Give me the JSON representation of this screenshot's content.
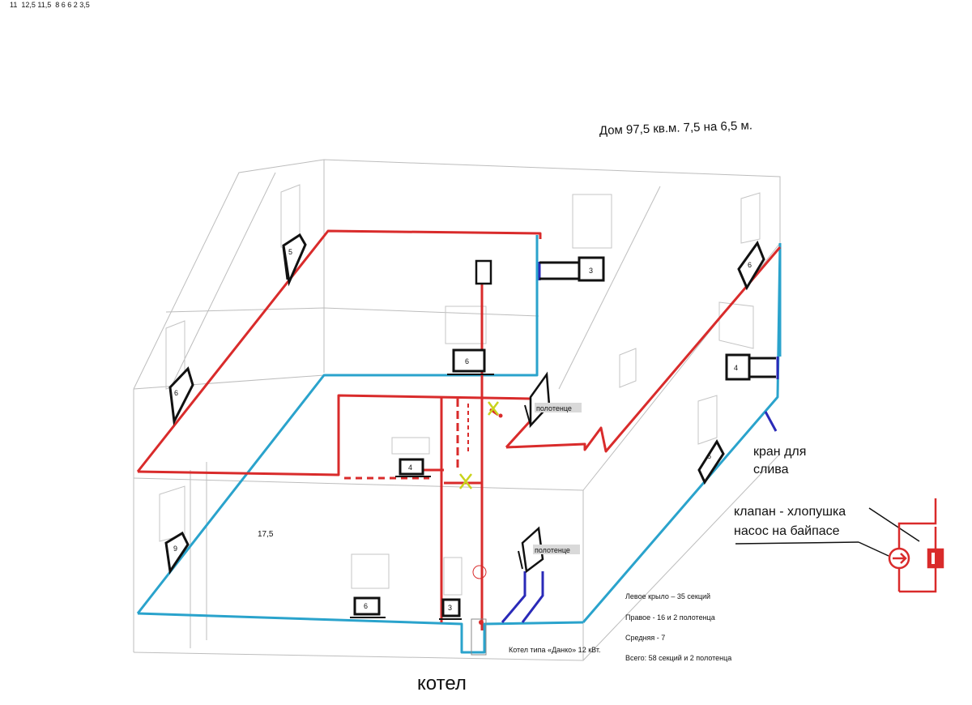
{
  "header_numbers": "11  12,5 11,5  8 6 6 2 3,5",
  "title": "Дом 97,5 кв.м.  7,5 на 6,5 м.",
  "colors": {
    "supply": "#d92b2b",
    "return": "#2aa3cc",
    "valve": "#2a2ab8",
    "outline": "#b8b8b8",
    "marker": "#c9d31c"
  },
  "radiators": {
    "top_left_wall": "5",
    "left_wall_upper": "6",
    "left_wall_lower": "9",
    "top_center": "6",
    "top_right_out": "3",
    "right_top": "6",
    "right_middle": "4",
    "right_lower": "6",
    "center_small": "4",
    "bottom_left": "6",
    "bottom_center": "3"
  },
  "towel_label": "полотенце",
  "room_area": "17,5",
  "drain_label": "кран для слива",
  "bypass_label_1": "клапан  - хлопушка",
  "bypass_label_2": "насос на байпасе",
  "summary": {
    "left": "Левое крыло – 35 секций",
    "right": "Правое - 16 и 2 полотенца",
    "middle": "Средняя -  7",
    "total": "Всего: 58 секций и 2 полотенца"
  },
  "boiler_type": "Котел типа «Данко» 12 кВт.",
  "boiler_label": "котел"
}
